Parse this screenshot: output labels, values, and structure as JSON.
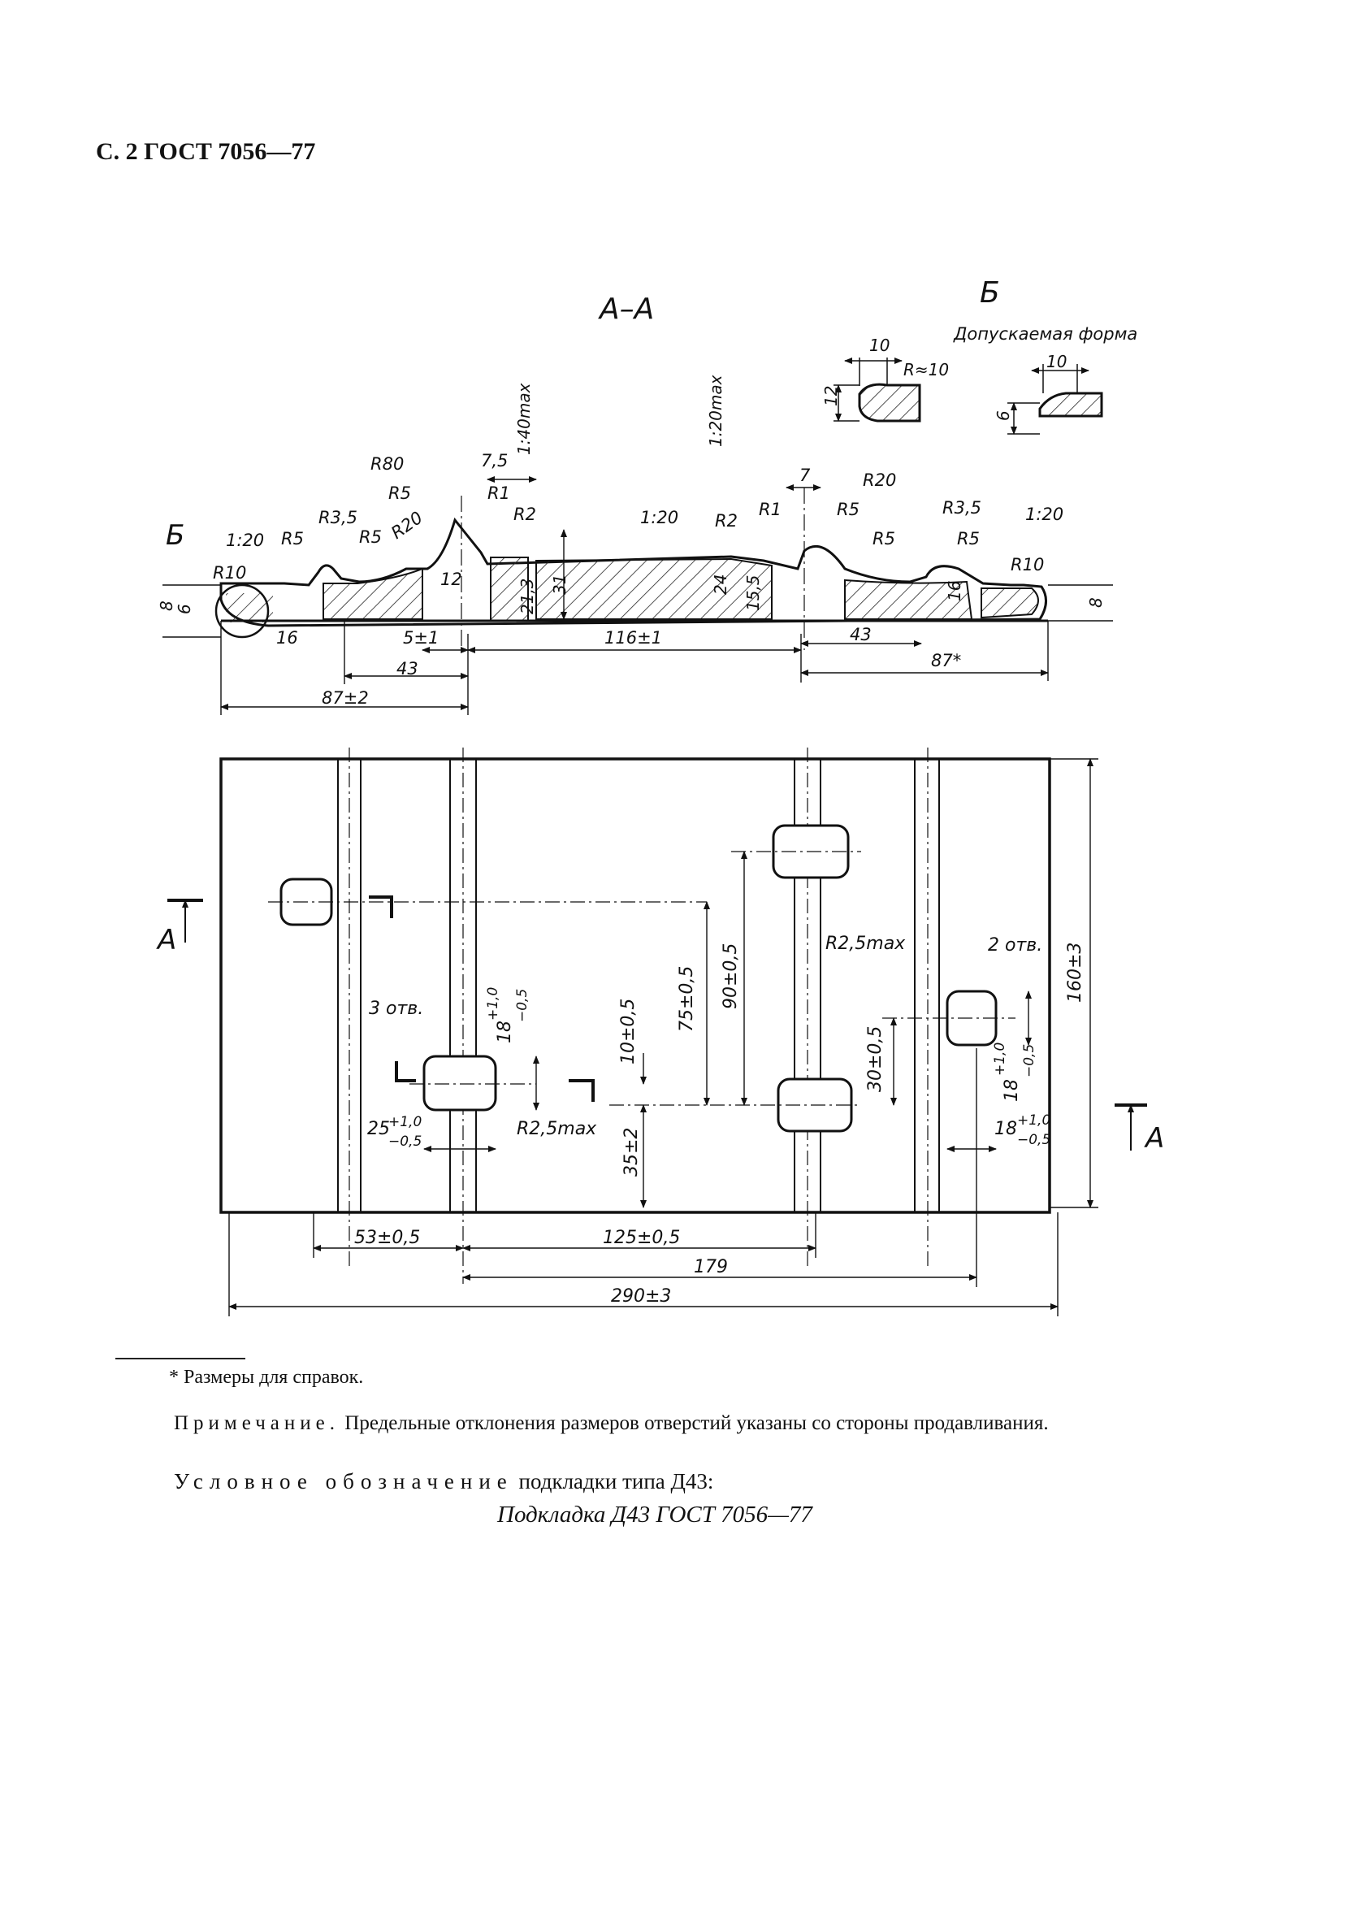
{
  "header": {
    "page_label": "С. 2 ГОСТ 7056—77"
  },
  "drawing": {
    "section_title": "А–А",
    "detail": {
      "title": "Б",
      "allowed_form": "Допускаемая форма",
      "dim_10": "10",
      "dim_12": "12",
      "dim_r10": "R≈10",
      "dim_6": "6"
    },
    "section_labels": {
      "slope_140": "1:40max",
      "slope_120": "1:20max",
      "r80": "R80",
      "dim_75": "7,5",
      "r5_a": "R5",
      "r1_a": "R1",
      "r20_a": "R20",
      "r2_a": "R2",
      "r35_a": "R3,5",
      "r5_b": "R5",
      "r5_c": "R5",
      "slope_120_left": "1:20",
      "b_mark": "Б",
      "r10_a": "R10",
      "dim_8_l": "8",
      "dim_6_l": "6",
      "dim_16_l": "16",
      "dim_12_c": "12",
      "dim_213": "21,3",
      "dim_31": "31",
      "slope_120_mid": "1:20",
      "r2_b": "R2",
      "r1_b": "R1",
      "dim_7": "7",
      "r5_d": "R5",
      "r20_b": "R20",
      "dim_24": "24",
      "dim_155": "15,5",
      "r5_e": "R5",
      "r35_b": "R3,5",
      "r5_f": "R5",
      "slope_120_right": "1:20",
      "r10_b": "R10",
      "dim_16_r": "16",
      "dim_8_r": "8",
      "dim_5": "5±1",
      "dim_116": "116±1",
      "dim_43_r": "43",
      "dim_43_l": "43",
      "dim_87_l": "87±2",
      "dim_87_r": "87*"
    },
    "plan_labels": {
      "a_left": "А",
      "a_right": "А",
      "holes_3": "3 отв.",
      "holes_2": "2 отв.",
      "r25max_top": "R2,5max",
      "r25max_bot": "R2,5max",
      "dim_18_a": "18",
      "tol_18_a_up": "+1,0",
      "tol_18_a_dn": "−0,5",
      "dim_25": "25",
      "tol_25_up": "+1,0",
      "tol_25_dn": "−0,5",
      "dim_10": "10±0,5",
      "dim_75": "75±0,5",
      "dim_90": "90±0,5",
      "dim_35": "35±2",
      "dim_30": "30±0,5",
      "dim_18_b": "18",
      "tol_18_b_up": "+1,0",
      "tol_18_b_dn": "−0,5",
      "dim_18_c": "18",
      "tol_18_c_up": "+1,0",
      "tol_18_c_dn": "−0,5",
      "dim_160": "160±3",
      "dim_53": "53±0,5",
      "dim_125": "125±0,5",
      "dim_179": "179",
      "dim_290": "290±3"
    }
  },
  "footnote": "* Размеры для справок.",
  "note": {
    "label": "Примечание.",
    "text": " Предельные отклонения размеров отверстий указаны со стороны продавливания."
  },
  "designation": {
    "label": "Условное обозначение",
    "text": " подкладки типа Д43:",
    "example": "Подкладка Д43 ГОСТ 7056—77"
  }
}
